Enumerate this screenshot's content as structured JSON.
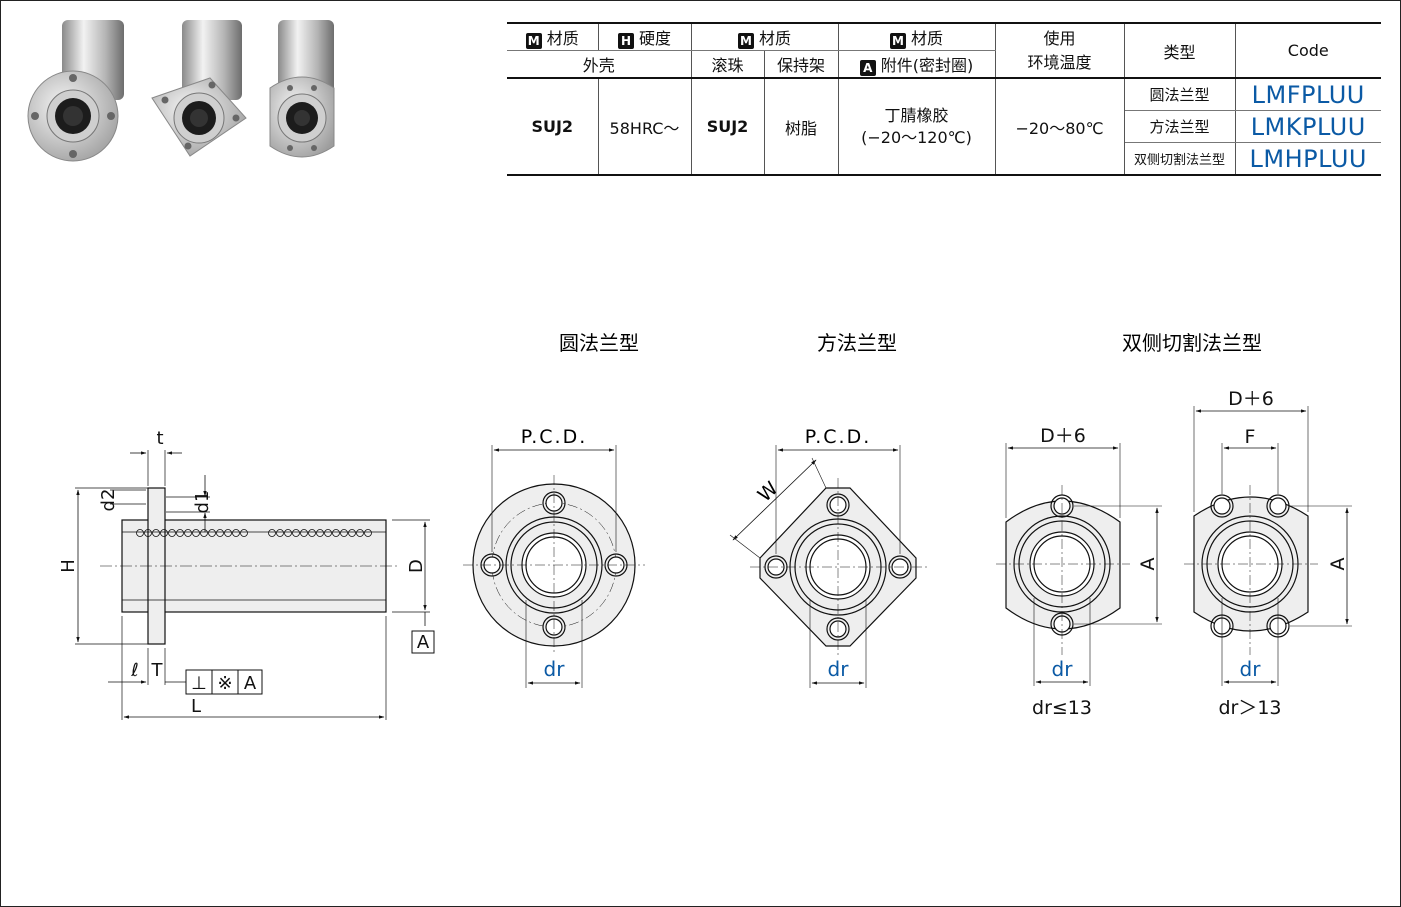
{
  "header": {
    "material_label": "材质",
    "hardness_label": "硬度",
    "badge_m": "M",
    "badge_h": "H",
    "badge_a": "A",
    "accessory_label": "附件(密封圈)",
    "env_temp_label": "使用\n环境温度",
    "type_label": "类型",
    "code_label": "Code",
    "outer_label": "外壳",
    "ball_label": "滚珠",
    "retainer_label": "保持架"
  },
  "specs": {
    "outer_material": "SUJ2",
    "outer_hardness": "58HRC～",
    "ball_material": "SUJ2",
    "retainer_material": "树脂",
    "seal_material": "丁腈橡胶",
    "seal_temp": "(−20～120℃)",
    "env_temp": "−20～80℃"
  },
  "types": [
    {
      "name": "圆法兰型",
      "code": "LMFPLUU"
    },
    {
      "name": "方法兰型",
      "code": "LMKPLUU"
    },
    {
      "name": "双侧切割法兰型",
      "code": "LMHPLUU"
    }
  ],
  "drawings": {
    "side": {
      "t": "t",
      "d2": "d2",
      "d1": "d1",
      "H": "H",
      "D": "D",
      "A_ref": "A",
      "l": "ℓ",
      "T": "T",
      "perp": "⊥",
      "note": "※",
      "datum": "A",
      "L": "L"
    },
    "round": {
      "title": "圆法兰型",
      "pcd": "P.C.D.",
      "dr": "dr"
    },
    "square": {
      "title": "方法兰型",
      "pcd": "P.C.D.",
      "W": "W",
      "dr": "dr"
    },
    "cut": {
      "title": "双侧切割法兰型",
      "d6a": "D＋6",
      "d6b": "D＋6",
      "F": "F",
      "A1": "A",
      "A2": "A",
      "dr1": "dr",
      "dr2": "dr",
      "cond1": "dr≤13",
      "cond2": "dr＞13"
    }
  },
  "colors": {
    "accent": "#0b5aa5",
    "line": "#111111",
    "part_fill": "#eeeeee"
  }
}
